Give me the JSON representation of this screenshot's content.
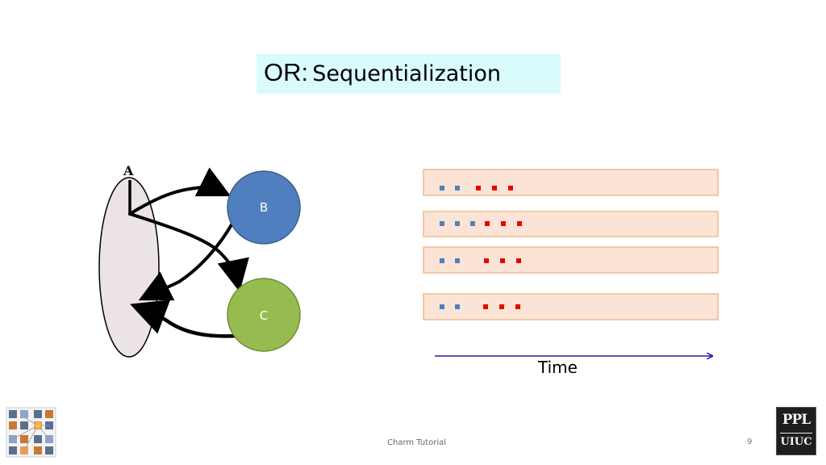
{
  "slide": {
    "title_prefix": "OR:",
    "title_main": "Sequentialization",
    "footer_text": "Charm Tutorial",
    "page_number": "9"
  },
  "diagram": {
    "node_a_label": "A",
    "node_b_label": "B",
    "node_c_label": "C",
    "time_label": "Time",
    "colors": {
      "ellipse_fill": "#ebe3e6",
      "node_b_fill": "#4f7fbf",
      "node_b_stroke": "#3a6190",
      "node_c_fill": "#96bc50",
      "node_c_stroke": "#6f8f38",
      "timeline_fill": "#fbe4d5",
      "timeline_stroke": "#f0b892",
      "blue_square": "#4f81bd",
      "red_square": "#ee0000",
      "time_arrow": "#1f1fa0"
    },
    "timelines": [
      {
        "blue_count": 2,
        "red_count": 3
      },
      {
        "blue_count": 3,
        "red_count": 3
      },
      {
        "blue_count": 2,
        "red_count": 3
      },
      {
        "blue_count": 2,
        "red_count": 3
      }
    ]
  },
  "logos": {
    "left_icon": "processor-grid-logo-icon",
    "right_top": "PPL",
    "right_bottom": "UIUC"
  }
}
